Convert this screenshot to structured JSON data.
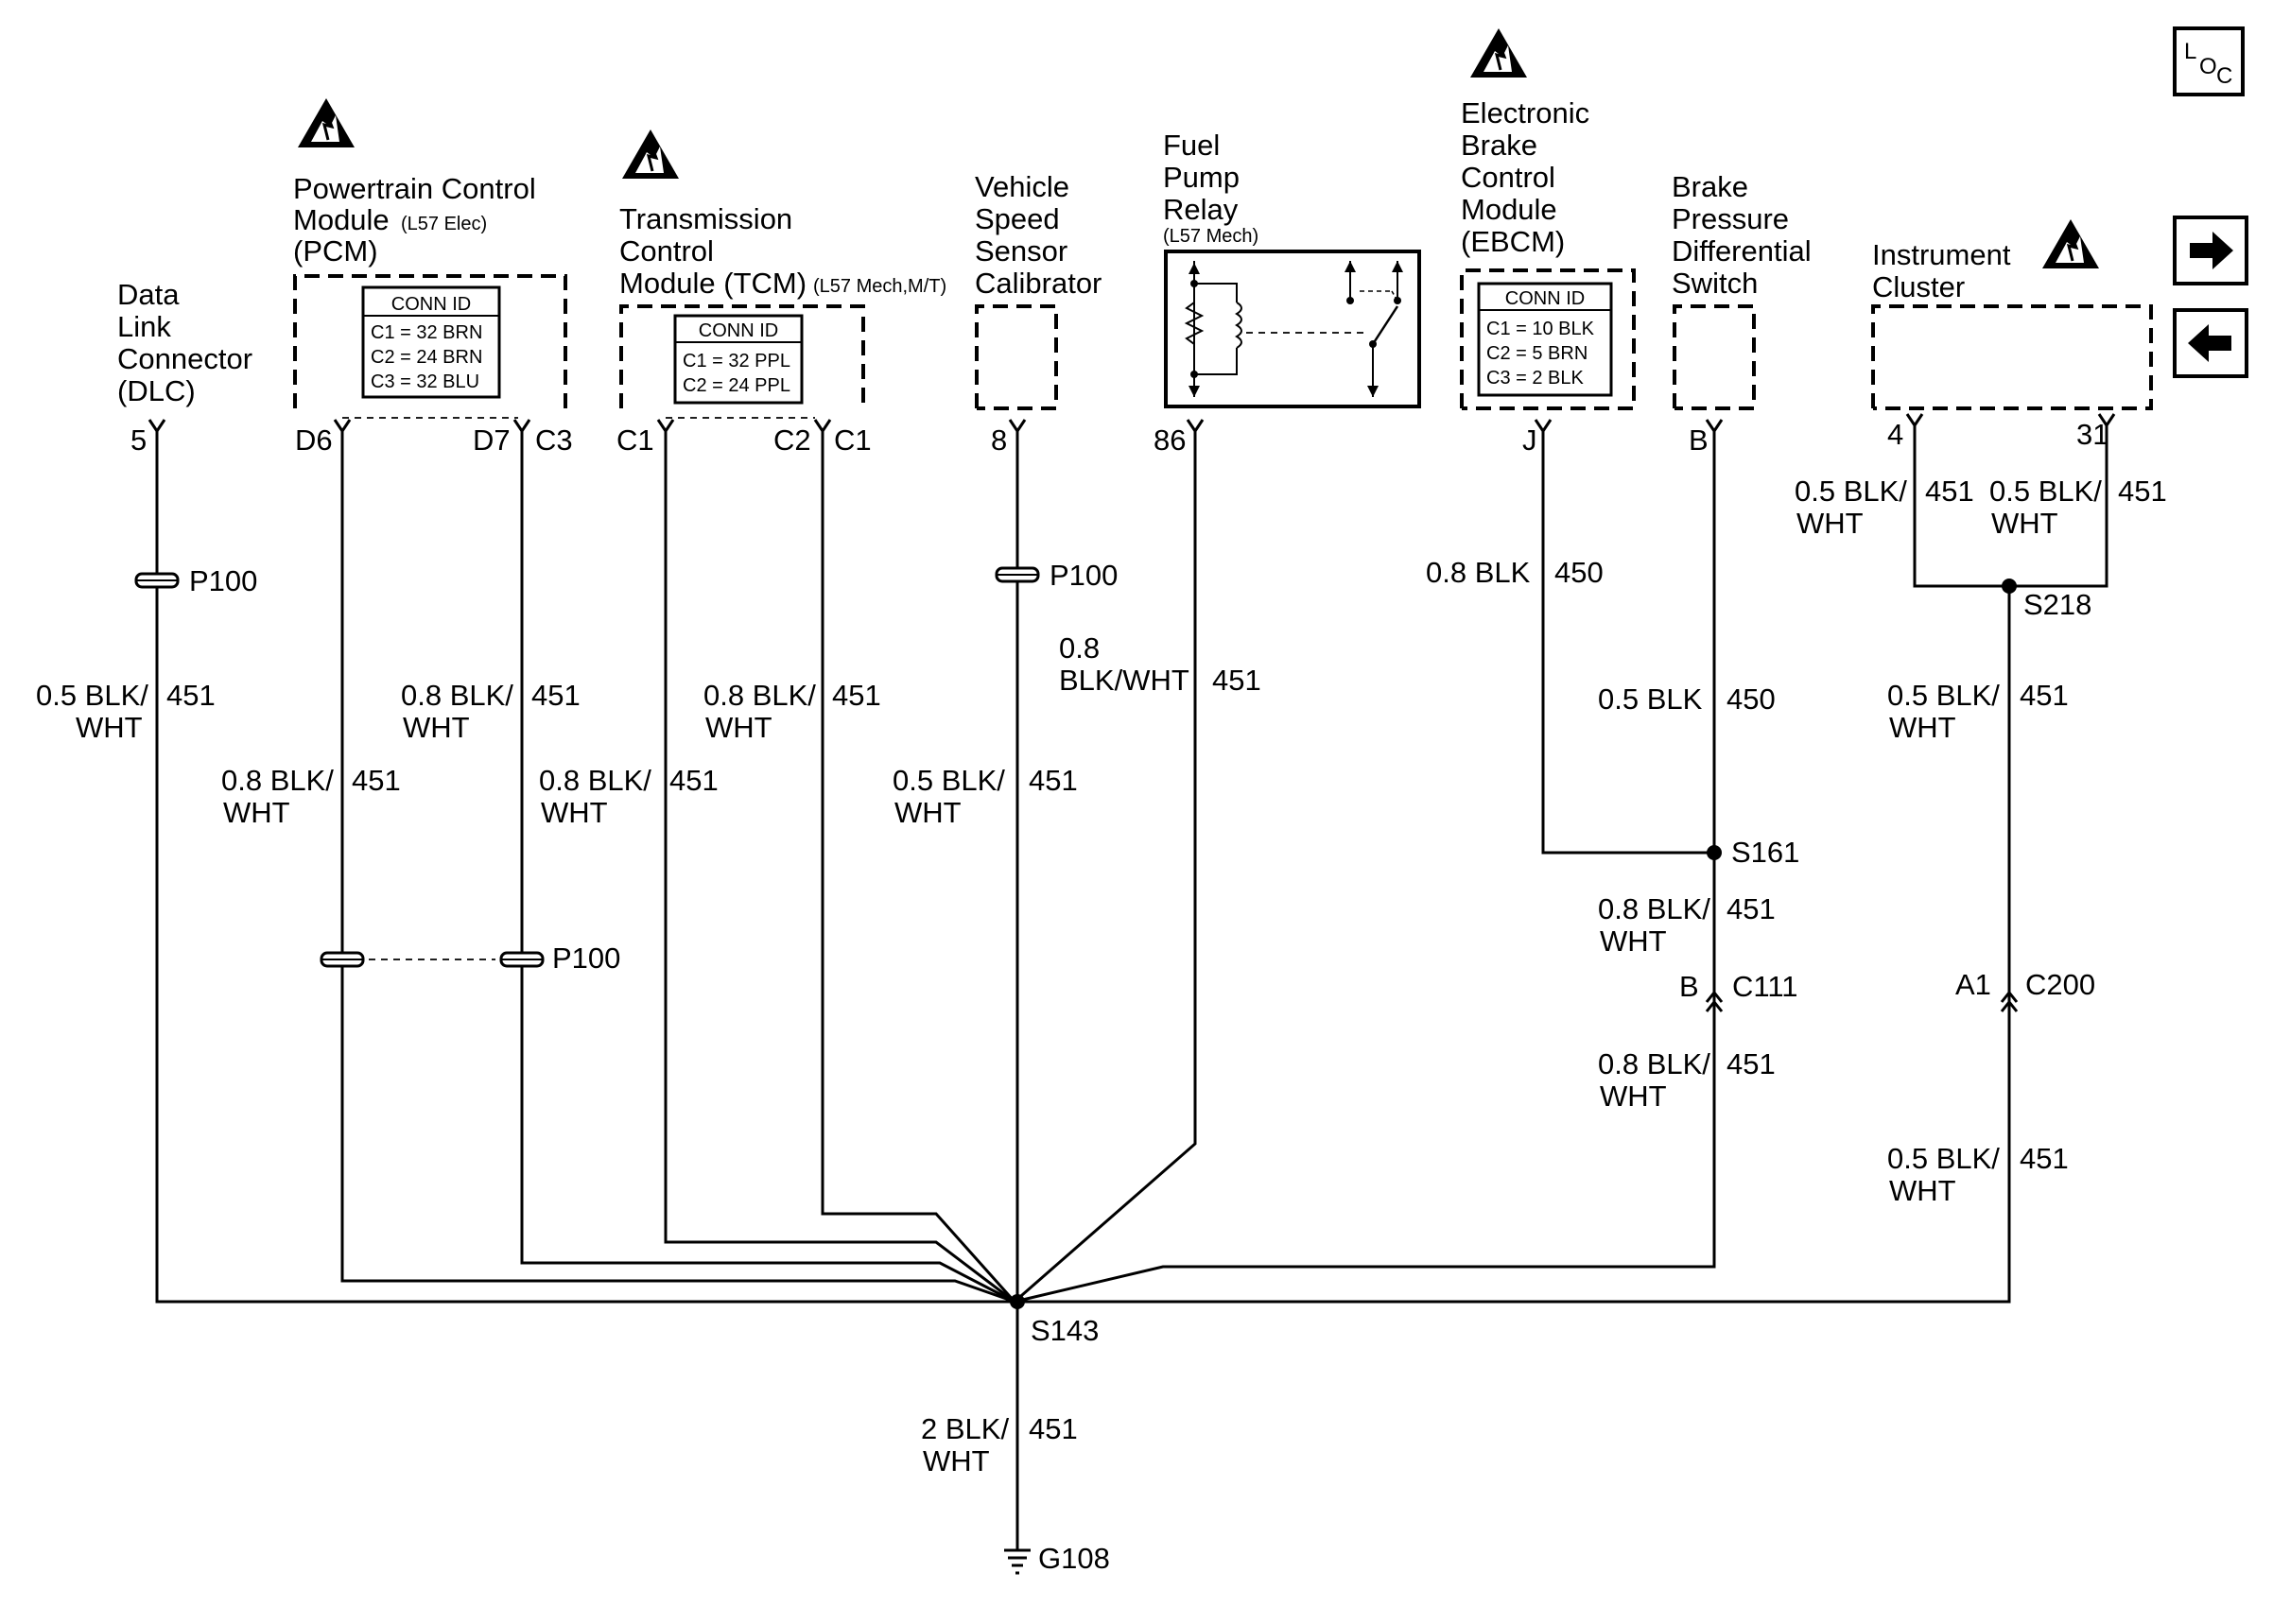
{
  "page_icons": {
    "esd": "esd-sensitive-icon",
    "loc": "location-icon",
    "fwd": "arrow-right-icon",
    "back": "arrow-left-icon",
    "ground": "ground-icon"
  },
  "loc_button": {
    "l": "L",
    "o": "O",
    "c": "C"
  },
  "components": {
    "dlc": {
      "lines": [
        "Data",
        "Link",
        "Connector",
        "(DLC)"
      ],
      "pin": "5"
    },
    "pcm": {
      "lines": [
        "Powertrain Control",
        "Module",
        "(PCM)"
      ],
      "option": "(L57 Elec)",
      "conn_title": "CONN ID",
      "conn_rows": [
        "C1 = 32 BRN",
        "C2 = 24 BRN",
        "C3 = 32 BLU"
      ],
      "pin_a": "D6",
      "pin_b": "D7",
      "pin_b_conn": "C3"
    },
    "tcm": {
      "lines": [
        "Transmission",
        "Control",
        "Module (TCM)"
      ],
      "option": "(L57 Mech,M/T)",
      "conn_title": "CONN ID",
      "conn_rows": [
        "C1 = 32 PPL",
        "C2 = 24 PPL"
      ],
      "pin_a": "C1",
      "pin_b": "C2",
      "pin_b_conn": "C1"
    },
    "vssc": {
      "lines": [
        "Vehicle",
        "Speed",
        "Sensor",
        "Calibrator"
      ],
      "pin": "8"
    },
    "relay": {
      "lines": [
        "Fuel",
        "Pump",
        "Relay"
      ],
      "option": "(L57 Mech)",
      "pin": "86"
    },
    "ebcm": {
      "lines": [
        "Electronic",
        "Brake",
        "Control",
        "Module",
        "(EBCM)"
      ],
      "conn_title": "CONN ID",
      "conn_rows": [
        "C1 = 10 BLK",
        "C2 = 5 BRN",
        "C3 = 2 BLK"
      ],
      "pin": "J"
    },
    "bpds": {
      "lines": [
        "Brake",
        "Pressure",
        "Differential",
        "Switch"
      ],
      "pin": "B"
    },
    "ipc": {
      "lines": [
        "Instrument",
        "Cluster"
      ],
      "pin_a": "4",
      "pin_b": "31"
    }
  },
  "wire_labels": {
    "dlc": {
      "gauge": [
        "0.5 BLK/",
        "WHT"
      ],
      "circuit": "451"
    },
    "pcm_d6": {
      "gauge": [
        "0.8 BLK/",
        "WHT"
      ],
      "circuit": "451"
    },
    "pcm_d7": {
      "gauge": [
        "0.8 BLK/",
        "WHT"
      ],
      "circuit": "451"
    },
    "pcm_d7_low": {
      "gauge": [
        "0.8 BLK/",
        "WHT"
      ],
      "circuit": "451"
    },
    "tcm_c2": {
      "gauge": [
        "0.8 BLK/",
        "WHT"
      ],
      "circuit": "451"
    },
    "vssc": {
      "gauge": [
        "0.5 BLK/",
        "WHT"
      ],
      "circuit": "451"
    },
    "relay": {
      "gauge": [
        "0.8",
        "BLK/WHT"
      ],
      "circuit": "451"
    },
    "ebcm": {
      "gauge": [
        "0.8 BLK"
      ],
      "circuit": "450"
    },
    "bpds": {
      "gauge": [
        "0.5 BLK"
      ],
      "circuit": "450"
    },
    "s161_down": {
      "gauge": [
        "0.8 BLK/",
        "WHT"
      ],
      "circuit": "451"
    },
    "c111_down": {
      "gauge": [
        "0.8 BLK/",
        "WHT"
      ],
      "circuit": "451"
    },
    "ipc_4": {
      "gauge": [
        "0.5 BLK/",
        "WHT"
      ],
      "circuit": "451"
    },
    "ipc_31": {
      "gauge": [
        "0.5 BLK/",
        "WHT"
      ],
      "circuit": "451"
    },
    "s218_down": {
      "gauge": [
        "0.5 BLK/",
        "WHT"
      ],
      "circuit": "451"
    },
    "c200_down": {
      "gauge": [
        "0.5 BLK/",
        "WHT"
      ],
      "circuit": "451"
    },
    "ground": {
      "gauge": [
        "2 BLK/",
        "WHT"
      ],
      "circuit": "451"
    }
  },
  "splices": {
    "s143": "S143",
    "s161": "S161",
    "s218": "S218"
  },
  "pass_throughs": {
    "dlc": "P100",
    "vssc": "P100",
    "pcm": "P100"
  },
  "connectors": {
    "c111": {
      "id": "C111",
      "pin": "B"
    },
    "c200": {
      "id": "C200",
      "pin": "A1"
    }
  },
  "ground": {
    "id": "G108"
  }
}
